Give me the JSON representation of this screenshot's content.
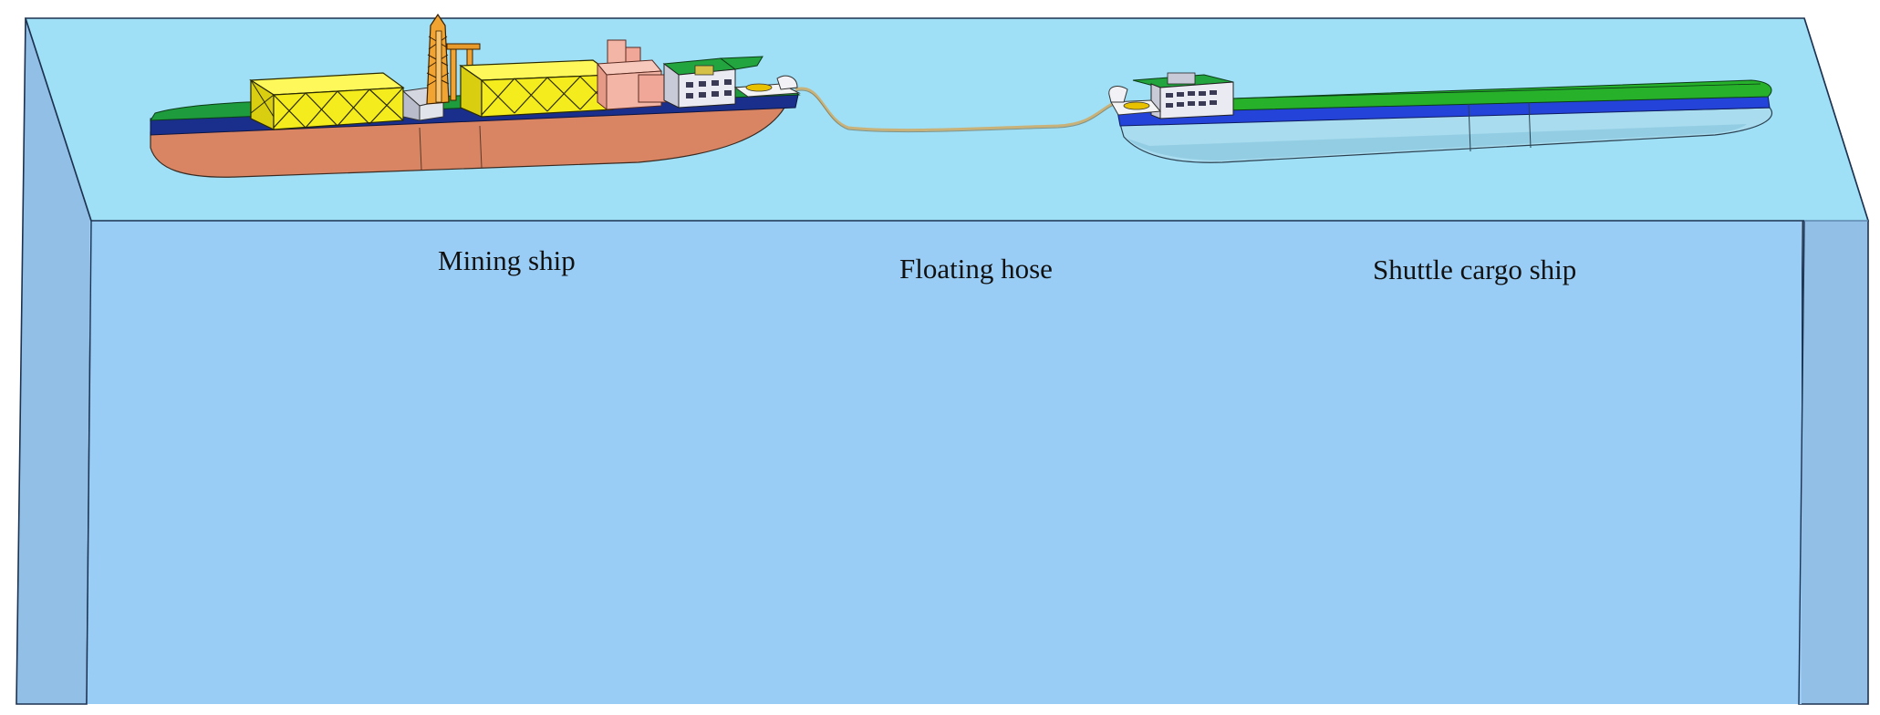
{
  "labels": {
    "mining_ship": "Mining ship",
    "floating_hose": "Floating hose",
    "shuttle_cargo_ship": "Shuttle cargo ship"
  },
  "colors": {
    "water_surface": "#9fe0f7",
    "water_front": "#99cdf6",
    "water_side": "#92bfe6",
    "box_edge": "#1d3250",
    "mining_hull_bottom": "#d98563",
    "mining_hull_band": "#1a2f8c",
    "deck_green": "#1e9b3c",
    "module_yellow": "#f5ec1e",
    "derrick_orange": "#f1a431",
    "building_pink": "#f3b5a6",
    "shuttle_hull_bottom": "#a8dcee",
    "shuttle_hull_band": "#2443d9",
    "shuttle_deck": "#27b12b",
    "hose": "#c9b27a"
  },
  "icons": {
    "mining_ship": "mining-ship-icon",
    "shuttle_ship": "shuttle-cargo-ship-icon",
    "hose": "floating-hose-icon"
  }
}
